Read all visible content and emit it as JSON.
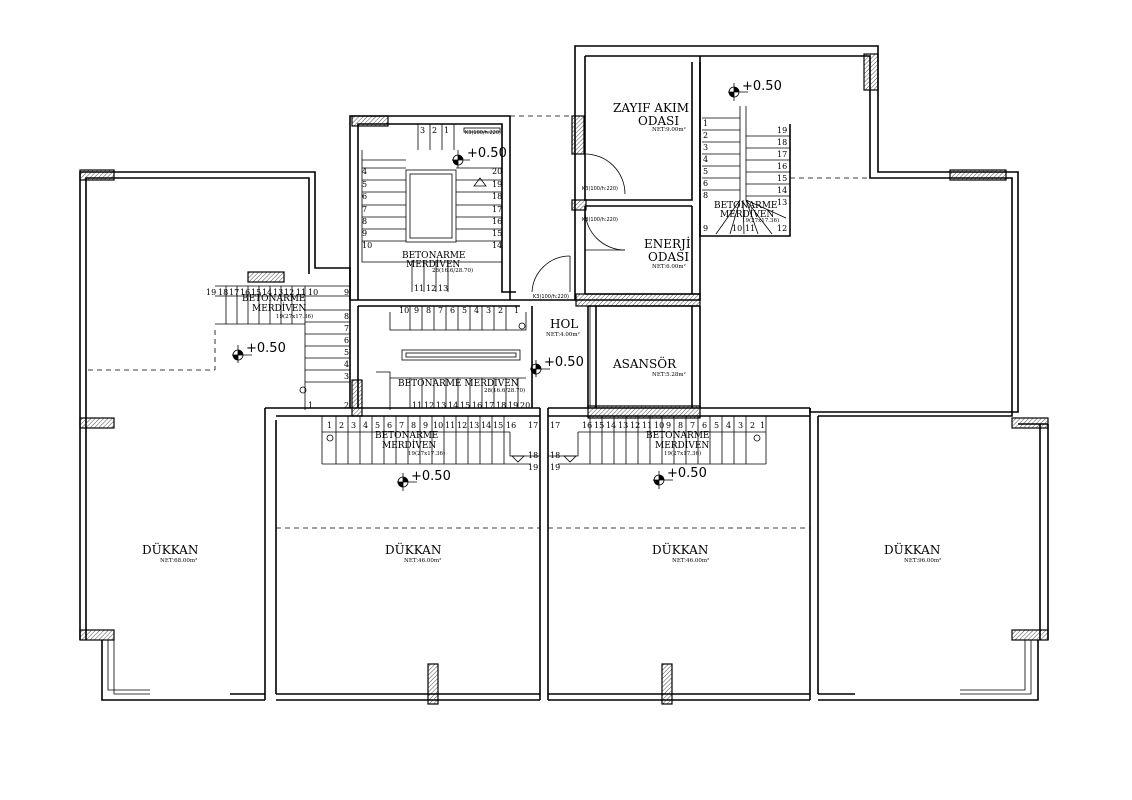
{
  "rooms": {
    "zayif_akim": {
      "name_line1": "ZAYIF AKIM",
      "name_line2": "ODASI",
      "area": "NET:9.00m²"
    },
    "enerji": {
      "name_line1": "ENERJİ",
      "name_line2": "ODASI",
      "area": "NET:6.00m²"
    },
    "hol": {
      "name": "HOL",
      "area": "NET:4.00m²"
    },
    "asansor": {
      "name": "ASANSÖR",
      "area": "NET:5.28m²"
    },
    "dukkan_1": {
      "name": "DÜKKAN",
      "area": "NET:68.00m²"
    },
    "dukkan_2": {
      "name": "DÜKKAN",
      "area": "NET:46.00m²"
    },
    "dukkan_3": {
      "name": "DÜKKAN",
      "area": "NET:46.00m²"
    },
    "dukkan_4": {
      "name": "DÜKKAN",
      "area": "NET:96.00m²"
    }
  },
  "stairs": {
    "label_line1": "BETONARME",
    "label_line2": "MERDİVEN",
    "label_single": "BETONARME MERDİVEN",
    "dim_main": "28(16.6/28.70)",
    "dim_small": "19(27x17.36)"
  },
  "doors": {
    "k3": "K3(100/h:220)"
  },
  "levels": {
    "plus_050": "+0.50"
  }
}
